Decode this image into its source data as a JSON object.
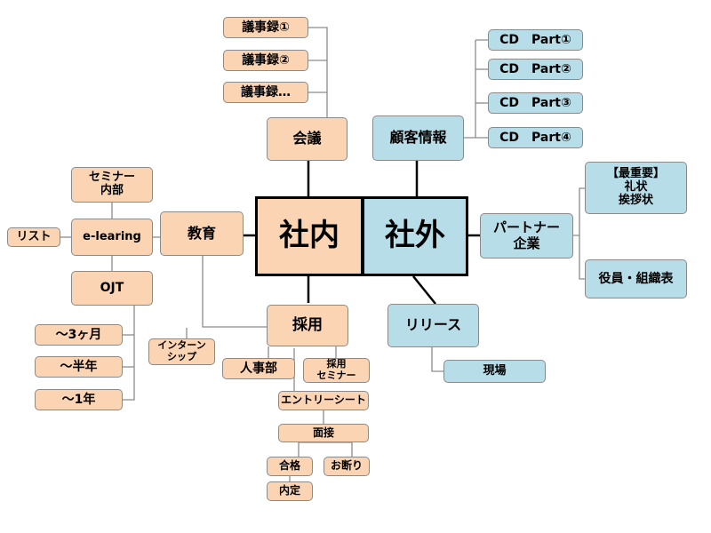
{
  "center": {
    "internal": "社内",
    "external": "社外"
  },
  "internal": {
    "meeting": {
      "label": "会議",
      "minutes": [
        "議事録①",
        "議事録②",
        "議事録…"
      ]
    },
    "education": {
      "label": "教育",
      "seminar": "セミナー\n内部",
      "elearning": "e-learing",
      "list": "リスト",
      "ojt": "OJT",
      "ojt_periods": [
        "～3ヶ月",
        "～半年",
        "～1年"
      ],
      "internship": "インターン\nシップ"
    },
    "recruitment": {
      "label": "採用",
      "hr": "人事部",
      "seminar": "採用\nセミナー",
      "entry_sheet": "エントリーシート",
      "interview": "面接",
      "pass": "合格",
      "decline": "お断り",
      "offer": "内定"
    }
  },
  "external": {
    "customer": {
      "label": "顧客情報",
      "cds": [
        "CD　Part①",
        "CD　Part②",
        "CD　Part③",
        "CD　Part④"
      ]
    },
    "partner": {
      "label": "パートナー\n企業",
      "important": "【最重要】\n礼状\n挨拶状",
      "org_chart": "役員・組織表"
    },
    "release": {
      "label": "リリース",
      "site": "現場"
    }
  },
  "colors": {
    "internal_fill": "#fbd4b4",
    "external_fill": "#b7dde8",
    "line": "#000000"
  }
}
